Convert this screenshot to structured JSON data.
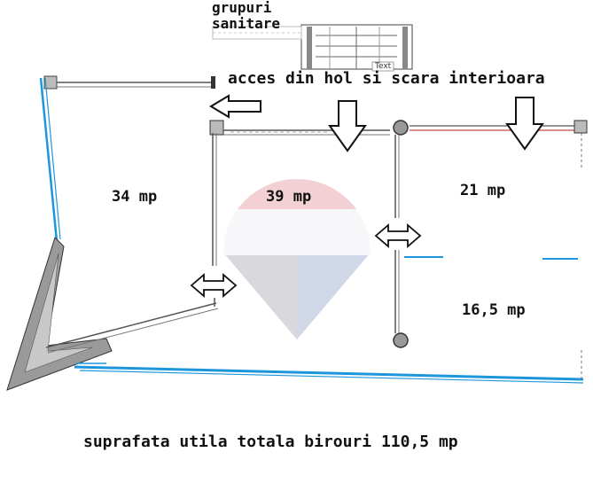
{
  "labels": {
    "grupuri_line1": "grupuri",
    "grupuri_line2": "sanitare",
    "access": "acces din hol si scara interioara",
    "room_a": "34 mp",
    "room_b": "39 mp",
    "room_c": "21 mp",
    "room_d": "16,5 mp",
    "total": "suprafata utila totala birouri 110,5 mp",
    "stair_text": "Text"
  },
  "colors": {
    "wall": "#1e96dc",
    "structure": "#555555",
    "logo_red": "#f0c8cc",
    "logo_blue": "#c8d0e2",
    "logo_grey": "#d2d2d8"
  },
  "icons": [
    "arrow-left-icon",
    "arrow-down-icon",
    "double-arrow-icon",
    "watermark-logo-icon",
    "column-icon",
    "stair-icon"
  ]
}
